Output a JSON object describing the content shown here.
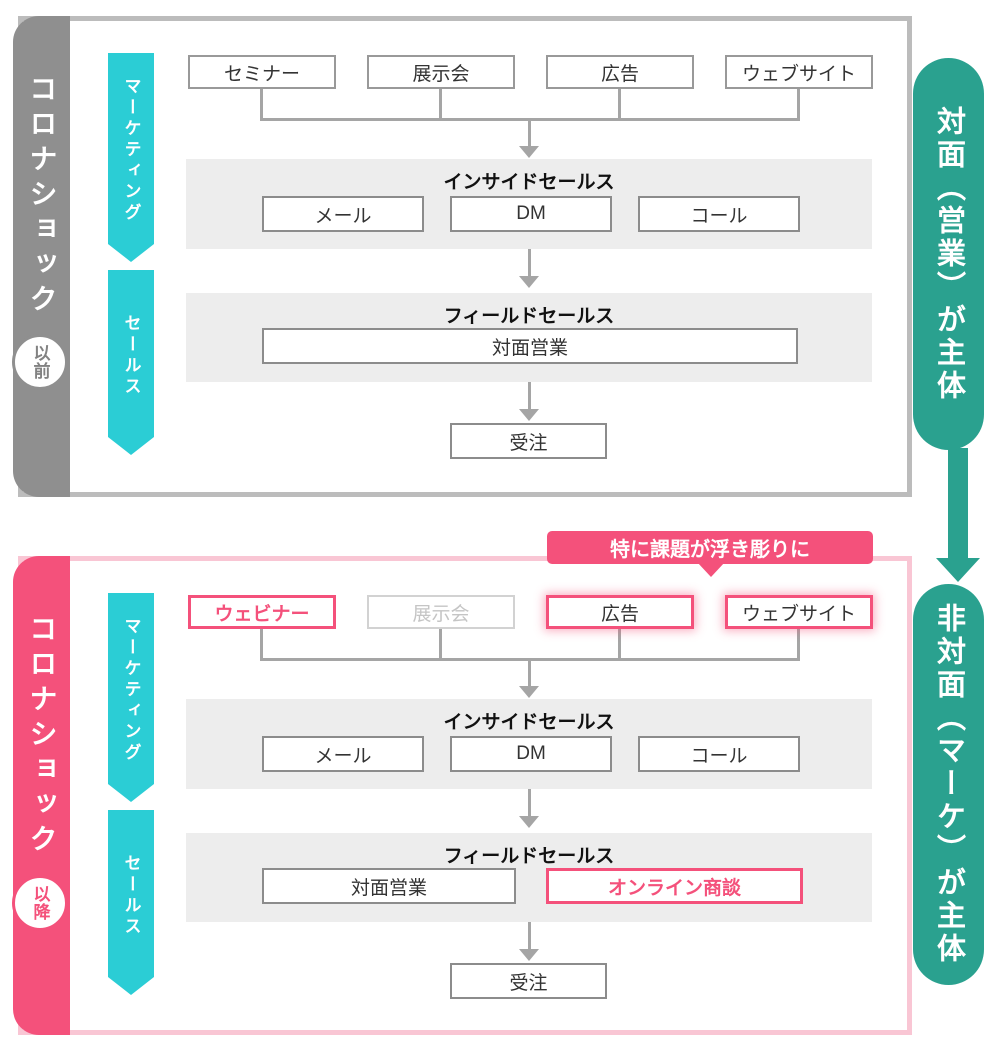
{
  "colors": {
    "cyan": "#2bcdd5",
    "teal": "#2aa18f",
    "pink": "#f4517b",
    "pink_light": "#f9c6d4",
    "gray_bar": "#8f8f8f"
  },
  "before": {
    "era": "コロナショック",
    "era_suffix": "以前",
    "lane_marketing": "マーケティング",
    "lane_sales": "セールス",
    "channels": [
      "セミナー",
      "展示会",
      "広告",
      "ウェブサイト"
    ],
    "inside_sales": {
      "title": "インサイドセールス",
      "items": [
        "メール",
        "DM",
        "コール"
      ]
    },
    "field_sales": {
      "title": "フィールドセールス",
      "items": [
        "対面営業"
      ]
    },
    "order": "受注",
    "side_pill": "対面（営業）が主体"
  },
  "after": {
    "era": "コロナショック",
    "era_suffix": "以降",
    "callout": "特に課題が浮き彫りに",
    "lane_marketing": "マーケティング",
    "lane_sales": "セールス",
    "channels": [
      "ウェビナー",
      "展示会",
      "広告",
      "ウェブサイト"
    ],
    "inside_sales": {
      "title": "インサイドセールス",
      "items": [
        "メール",
        "DM",
        "コール"
      ]
    },
    "field_sales": {
      "title": "フィールドセールス",
      "items": [
        "対面営業",
        "オンライン商談"
      ]
    },
    "order": "受注",
    "side_pill": "非対面（マーケ）が主体"
  }
}
